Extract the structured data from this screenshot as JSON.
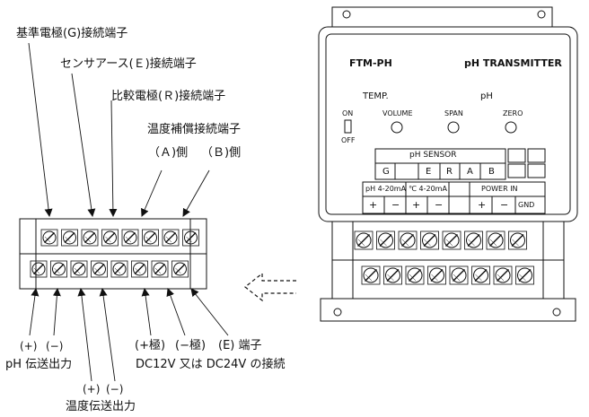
{
  "callouts": {
    "ground_ref": "基準電極(G)接続端子",
    "sensor_earth": "センサアース(Ｅ)接続端子",
    "compare_ref": "比較電極(Ｒ)接続端子",
    "temp_comp": "温度補償接続端子",
    "side_a": "（Ａ)側",
    "side_b": "（Ｂ)側",
    "plus1": "(+)",
    "minus1": "(−)",
    "ph_output": "pH 伝送出力",
    "plus2": "(+)",
    "minus2": "(−)",
    "temp_output": "温度伝送出力",
    "pos_pole": "(+極)",
    "neg_pole": "(−極)",
    "e_terminal": "(E) 端子",
    "dc_conn": "DC12V 又は DC24V の接続"
  },
  "device": {
    "model": "FTM-PH",
    "product": "pH TRANSMITTER",
    "temp": "TEMP.",
    "ph": "pH",
    "on": "ON",
    "off": "OFF",
    "volume": "VOLUME",
    "span": "SPAN",
    "zero": "ZERO",
    "sensor": "pH  SENSOR",
    "g": "G",
    "e": "E",
    "r": "R",
    "a": "A",
    "b": "B",
    "ph_out": "pH 4-20mA",
    "t_out": "℃ 4-20mA",
    "power": "POWER  IN",
    "p1": "+",
    "m1": "−",
    "p2": "+",
    "m2": "−",
    "p3": "+",
    "m3": "−",
    "gnd": "GND"
  }
}
